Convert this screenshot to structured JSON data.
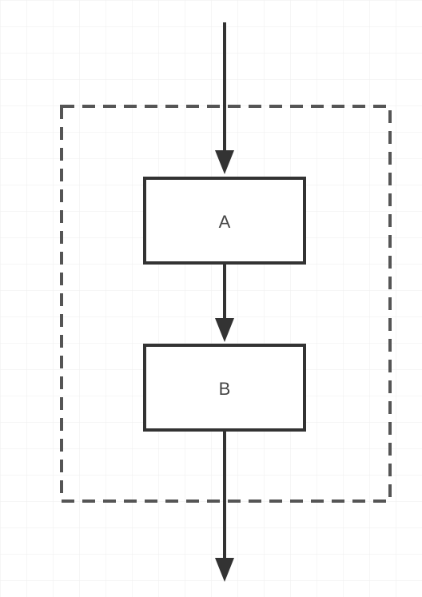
{
  "diagram": {
    "type": "flowchart",
    "background_grid": true,
    "nodes": [
      {
        "id": "A",
        "label": "A",
        "shape": "rectangle"
      },
      {
        "id": "B",
        "label": "B",
        "shape": "rectangle"
      }
    ],
    "edges": [
      {
        "from": "input",
        "to": "A",
        "arrow": "filled-triangle"
      },
      {
        "from": "A",
        "to": "B",
        "arrow": "filled-triangle"
      },
      {
        "from": "B",
        "to": "output",
        "arrow": "filled-triangle"
      }
    ],
    "group": {
      "style": "dashed",
      "contains": [
        "A",
        "B"
      ]
    }
  },
  "colors": {
    "stroke": "#333333",
    "grid": "#eeeeee",
    "label": "#444444"
  }
}
